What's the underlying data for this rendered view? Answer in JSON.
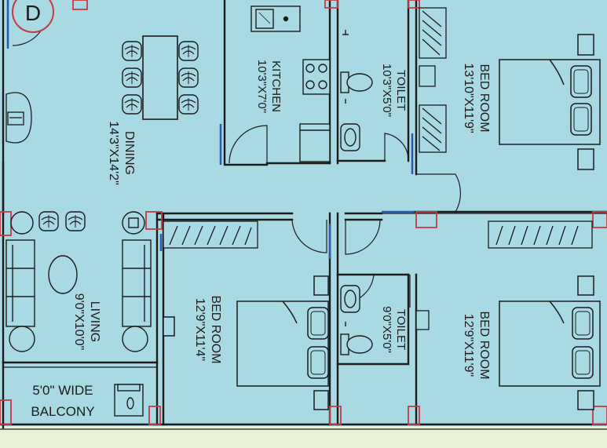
{
  "colors": {
    "floor": "#a9d9e3",
    "wall": "#1c1c1c",
    "window": "#2a59b0",
    "column": "#c23a46",
    "ground": "#e9f0d8"
  },
  "entry_marker": "D",
  "rooms": {
    "dining": {
      "name": "DINING",
      "size": "14'3\"X14'2\""
    },
    "kitchen": {
      "name": "KITCHEN",
      "size": "10'3\"X7'0\""
    },
    "toilet_top": {
      "name": "TOILET",
      "size": "10'3\"X5'0\""
    },
    "bedroom_top": {
      "name": "BED ROOM",
      "size": "13'10\"X11'9\""
    },
    "living": {
      "name": "LIVING",
      "size": "9'0\"X10'0\""
    },
    "bedroom_mid": {
      "name": "BED ROOM",
      "size": "12'9\"X11'4\""
    },
    "toilet_bottom": {
      "name": "TOILET",
      "size": "9'0\"X5'0\""
    },
    "bedroom_right": {
      "name": "BED ROOM",
      "size": "12'9\"X11'9\""
    }
  },
  "balcony": {
    "line1": "5'0\" WIDE",
    "line2": "BALCONY"
  },
  "icons": [
    "dining-chair-icon",
    "sofa-icon",
    "bed-icon",
    "wardrobe-icon",
    "sink-icon",
    "stove-icon",
    "wc-icon",
    "washbasin-icon",
    "ac-unit-icon",
    "plant-icon"
  ]
}
